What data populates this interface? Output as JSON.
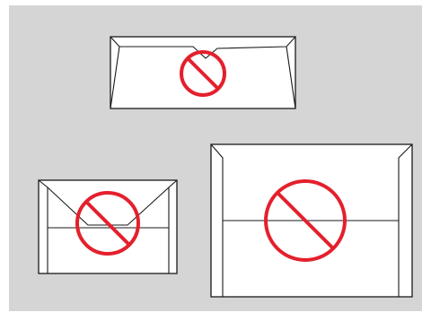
{
  "figure": {
    "background_color": "#d5d5d5",
    "envelope_fill": "#ffffff",
    "line_color": "#1a1a1a",
    "prohibition_color": "#e4202c",
    "envelopes": [
      {
        "kind": "envelope-long-flap",
        "icon": "prohibited-sign-icon",
        "status": "not-allowed"
      },
      {
        "kind": "envelope-small-flap",
        "icon": "prohibited-sign-icon",
        "status": "not-allowed"
      },
      {
        "kind": "envelope-large-side-seams",
        "icon": "prohibited-sign-icon",
        "status": "not-allowed"
      }
    ]
  }
}
